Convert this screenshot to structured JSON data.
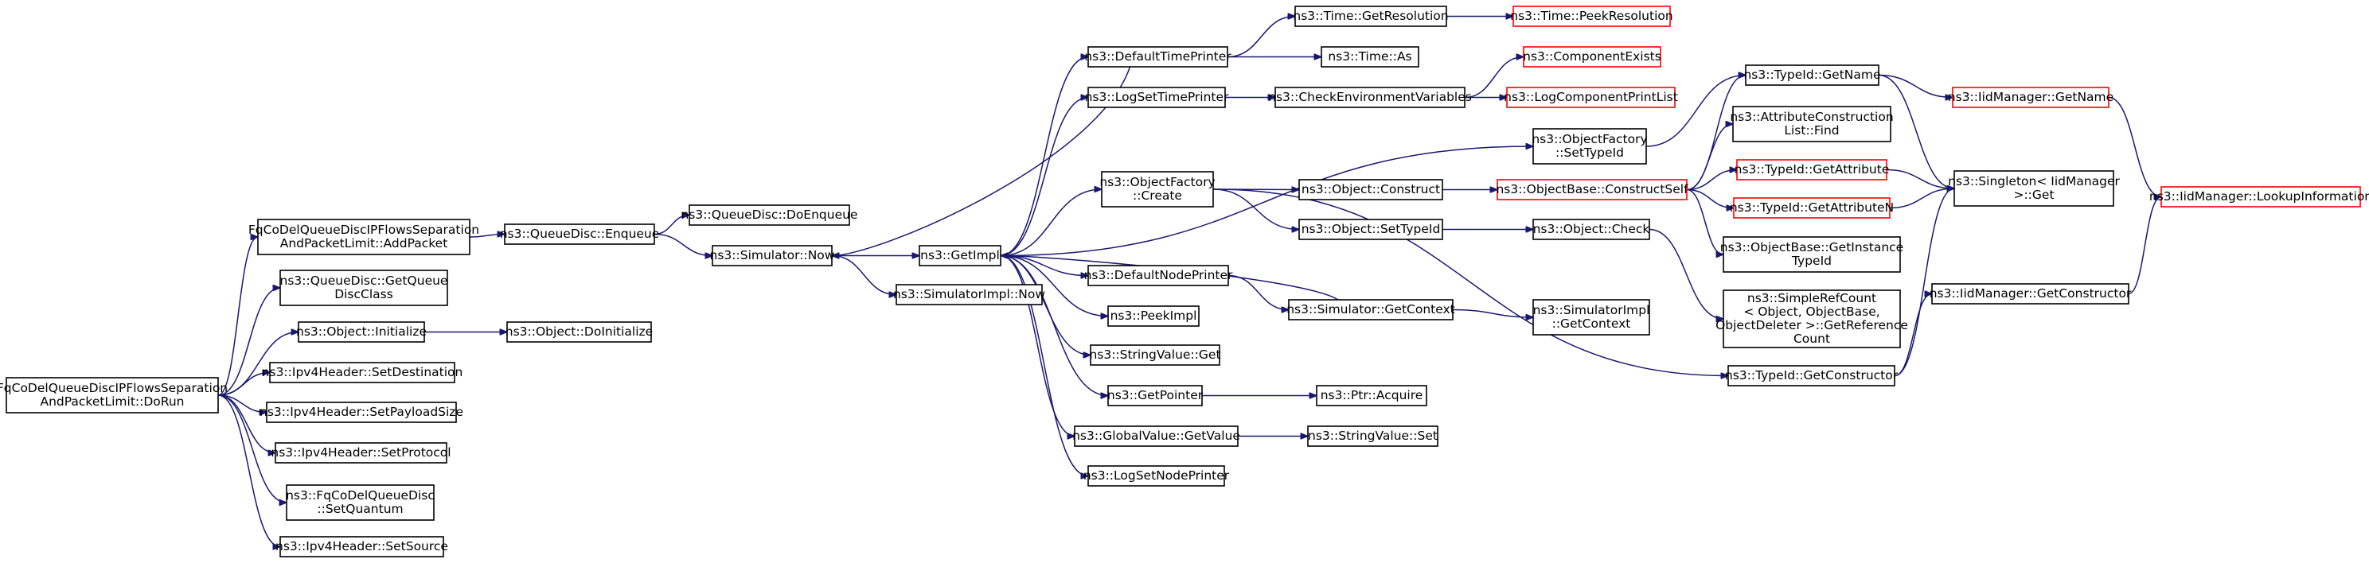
{
  "graph": {
    "colors": {
      "edge": "#191970",
      "node_border": "#000000",
      "truncated_border": "#ff0000",
      "root_fill": "#bfbfbf",
      "node_fill": "#ffffff"
    },
    "nodes": [
      {
        "id": "root",
        "lines": [
          "FqCoDelQueueDiscIPFlowsSeparation",
          "AndPacketLimit::DoRun"
        ],
        "kind": "root"
      },
      {
        "id": "addpacket",
        "lines": [
          "FqCoDelQueueDiscIPFlowsSeparation",
          "AndPacketLimit::AddPacket"
        ],
        "kind": "normal"
      },
      {
        "id": "getqueuedisc",
        "lines": [
          "ns3::QueueDisc::GetQueue",
          "DiscClass"
        ],
        "kind": "normal"
      },
      {
        "id": "objinit",
        "lines": [
          "ns3::Object::Initialize"
        ],
        "kind": "normal"
      },
      {
        "id": "setdest",
        "lines": [
          "ns3::Ipv4Header::SetDestination"
        ],
        "kind": "normal"
      },
      {
        "id": "setpayload",
        "lines": [
          "ns3::Ipv4Header::SetPayloadSize"
        ],
        "kind": "normal"
      },
      {
        "id": "setproto",
        "lines": [
          "ns3::Ipv4Header::SetProtocol"
        ],
        "kind": "normal"
      },
      {
        "id": "setquantum",
        "lines": [
          "ns3::FqCoDelQueueDisc",
          "::SetQuantum"
        ],
        "kind": "normal"
      },
      {
        "id": "setsource",
        "lines": [
          "ns3::Ipv4Header::SetSource"
        ],
        "kind": "normal"
      },
      {
        "id": "enqueue",
        "lines": [
          "ns3::QueueDisc::Enqueue"
        ],
        "kind": "normal"
      },
      {
        "id": "doinit",
        "lines": [
          "ns3::Object::DoInitialize"
        ],
        "kind": "normal"
      },
      {
        "id": "doenqueue",
        "lines": [
          "ns3::QueueDisc::DoEnqueue"
        ],
        "kind": "normal"
      },
      {
        "id": "simnow",
        "lines": [
          "ns3::Simulator::Now"
        ],
        "kind": "normal"
      },
      {
        "id": "getimpl",
        "lines": [
          "ns3::GetImpl"
        ],
        "kind": "normal"
      },
      {
        "id": "simimplnow",
        "lines": [
          "ns3::SimulatorImpl::Now"
        ],
        "kind": "normal"
      },
      {
        "id": "deftimeprinter",
        "lines": [
          "ns3::DefaultTimePrinter"
        ],
        "kind": "normal"
      },
      {
        "id": "logsettimeprinter",
        "lines": [
          "ns3::LogSetTimePrinter"
        ],
        "kind": "normal"
      },
      {
        "id": "objfactorycreate",
        "lines": [
          "ns3::ObjectFactory",
          "::Create"
        ],
        "kind": "normal"
      },
      {
        "id": "defnodeprinter",
        "lines": [
          "ns3::DefaultNodePrinter"
        ],
        "kind": "normal"
      },
      {
        "id": "peekimpl",
        "lines": [
          "ns3::PeekImpl"
        ],
        "kind": "normal"
      },
      {
        "id": "strvalget",
        "lines": [
          "ns3::StringValue::Get"
        ],
        "kind": "normal"
      },
      {
        "id": "getpointer",
        "lines": [
          "ns3::GetPointer"
        ],
        "kind": "normal"
      },
      {
        "id": "globalvalget",
        "lines": [
          "ns3::GlobalValue::GetValue"
        ],
        "kind": "normal"
      },
      {
        "id": "logsetnodeprinter",
        "lines": [
          "ns3::LogSetNodePrinter"
        ],
        "kind": "normal"
      },
      {
        "id": "timegetres",
        "lines": [
          "ns3::Time::GetResolution"
        ],
        "kind": "normal"
      },
      {
        "id": "timeas",
        "lines": [
          "ns3::Time::As"
        ],
        "kind": "normal"
      },
      {
        "id": "checkenv",
        "lines": [
          "ns3::CheckEnvironmentVariables"
        ],
        "kind": "normal"
      },
      {
        "id": "objconstruct",
        "lines": [
          "ns3::Object::Construct"
        ],
        "kind": "normal"
      },
      {
        "id": "objsettypeid",
        "lines": [
          "ns3::Object::SetTypeId"
        ],
        "kind": "normal"
      },
      {
        "id": "simgetcontext",
        "lines": [
          "ns3::Simulator::GetContext"
        ],
        "kind": "normal"
      },
      {
        "id": "ptracquire",
        "lines": [
          "ns3::Ptr::Acquire"
        ],
        "kind": "normal"
      },
      {
        "id": "strvalset",
        "lines": [
          "ns3::StringValue::Set"
        ],
        "kind": "normal"
      },
      {
        "id": "timepeekres",
        "lines": [
          "ns3::Time::PeekResolution"
        ],
        "kind": "truncated"
      },
      {
        "id": "compexists",
        "lines": [
          "ns3::ComponentExists"
        ],
        "kind": "truncated"
      },
      {
        "id": "logcompprint",
        "lines": [
          "ns3::LogComponentPrintList"
        ],
        "kind": "truncated"
      },
      {
        "id": "objfactsettypeid",
        "lines": [
          "ns3::ObjectFactory",
          "::SetTypeId"
        ],
        "kind": "normal"
      },
      {
        "id": "objbaseconstructself",
        "lines": [
          "ns3::ObjectBase::ConstructSelf"
        ],
        "kind": "truncated"
      },
      {
        "id": "objcheck",
        "lines": [
          "ns3::Object::Check"
        ],
        "kind": "normal"
      },
      {
        "id": "simimplgetcontext",
        "lines": [
          "ns3::SimulatorImpl",
          "::GetContext"
        ],
        "kind": "normal"
      },
      {
        "id": "typeidgetname",
        "lines": [
          "ns3::TypeId::GetName"
        ],
        "kind": "normal"
      },
      {
        "id": "attrconstrfind",
        "lines": [
          "ns3::AttributeConstruction",
          "List::Find"
        ],
        "kind": "normal"
      },
      {
        "id": "typeidgetattr",
        "lines": [
          "ns3::TypeId::GetAttribute"
        ],
        "kind": "truncated"
      },
      {
        "id": "typeidgetattrn",
        "lines": [
          "ns3::TypeId::GetAttributeN"
        ],
        "kind": "truncated"
      },
      {
        "id": "objbasegetinst",
        "lines": [
          "ns3::ObjectBase::GetInstance",
          "TypeId"
        ],
        "kind": "normal"
      },
      {
        "id": "simplerefcount",
        "lines": [
          "ns3::SimpleRefCount",
          "< Object, ObjectBase,",
          " ObjectDeleter >::GetReference",
          "Count"
        ],
        "kind": "normal"
      },
      {
        "id": "typeidgetconstr",
        "lines": [
          "ns3::TypeId::GetConstructor"
        ],
        "kind": "normal"
      },
      {
        "id": "iidgetname",
        "lines": [
          "ns3::IidManager::GetName"
        ],
        "kind": "truncated"
      },
      {
        "id": "singletonget",
        "lines": [
          "ns3::Singleton< IidManager",
          " >::Get"
        ],
        "kind": "normal"
      },
      {
        "id": "iidgetconstr",
        "lines": [
          "ns3::IidManager::GetConstructor"
        ],
        "kind": "normal"
      },
      {
        "id": "iidlookup",
        "lines": [
          "ns3::IidManager::LookupInformation"
        ],
        "kind": "truncated"
      }
    ],
    "edges": [
      {
        "from": "root",
        "to": "addpacket"
      },
      {
        "from": "root",
        "to": "getqueuedisc"
      },
      {
        "from": "root",
        "to": "objinit"
      },
      {
        "from": "root",
        "to": "setdest"
      },
      {
        "from": "root",
        "to": "setpayload"
      },
      {
        "from": "root",
        "to": "setproto"
      },
      {
        "from": "root",
        "to": "setquantum"
      },
      {
        "from": "root",
        "to": "setsource"
      },
      {
        "from": "addpacket",
        "to": "enqueue"
      },
      {
        "from": "objinit",
        "to": "doinit"
      },
      {
        "from": "enqueue",
        "to": "doenqueue"
      },
      {
        "from": "enqueue",
        "to": "simnow"
      },
      {
        "from": "simnow",
        "to": "getimpl"
      },
      {
        "from": "simnow",
        "to": "simimplnow"
      },
      {
        "from": "getimpl",
        "to": "deftimeprinter"
      },
      {
        "from": "getimpl",
        "to": "logsettimeprinter"
      },
      {
        "from": "getimpl",
        "to": "objfactorycreate"
      },
      {
        "from": "getimpl",
        "to": "defnodeprinter"
      },
      {
        "from": "getimpl",
        "to": "peekimpl"
      },
      {
        "from": "getimpl",
        "to": "strvalget"
      },
      {
        "from": "getimpl",
        "to": "getpointer"
      },
      {
        "from": "getimpl",
        "to": "globalvalget"
      },
      {
        "from": "getimpl",
        "to": "logsetnodeprinter"
      },
      {
        "from": "getimpl",
        "to": "objfactsettypeid"
      },
      {
        "from": "deftimeprinter",
        "to": "simnow"
      },
      {
        "from": "deftimeprinter",
        "to": "timegetres"
      },
      {
        "from": "deftimeprinter",
        "to": "timeas"
      },
      {
        "from": "timegetres",
        "to": "timepeekres"
      },
      {
        "from": "logsettimeprinter",
        "to": "checkenv"
      },
      {
        "from": "checkenv",
        "to": "compexists"
      },
      {
        "from": "checkenv",
        "to": "logcompprint"
      },
      {
        "from": "objfactorycreate",
        "to": "objconstruct"
      },
      {
        "from": "objfactorycreate",
        "to": "objsettypeid"
      },
      {
        "from": "objfactorycreate",
        "to": "typeidgetconstr"
      },
      {
        "from": "objconstruct",
        "to": "objbaseconstructself"
      },
      {
        "from": "objsettypeid",
        "to": "objcheck"
      },
      {
        "from": "defnodeprinter",
        "to": "simgetcontext"
      },
      {
        "from": "simgetcontext",
        "to": "getimpl"
      },
      {
        "from": "simgetcontext",
        "to": "simimplgetcontext"
      },
      {
        "from": "getpointer",
        "to": "ptracquire"
      },
      {
        "from": "globalvalget",
        "to": "strvalset"
      },
      {
        "from": "objfactsettypeid",
        "to": "typeidgetname"
      },
      {
        "from": "objbaseconstructself",
        "to": "typeidgetname"
      },
      {
        "from": "objbaseconstructself",
        "to": "attrconstrfind"
      },
      {
        "from": "objbaseconstructself",
        "to": "typeidgetattr"
      },
      {
        "from": "objbaseconstructself",
        "to": "typeidgetattrn"
      },
      {
        "from": "objbaseconstructself",
        "to": "objbasegetinst"
      },
      {
        "from": "objcheck",
        "to": "simplerefcount"
      },
      {
        "from": "typeidgetname",
        "to": "iidgetname"
      },
      {
        "from": "typeidgetname",
        "to": "singletonget"
      },
      {
        "from": "typeidgetattr",
        "to": "singletonget"
      },
      {
        "from": "typeidgetattrn",
        "to": "singletonget"
      },
      {
        "from": "typeidgetconstr",
        "to": "singletonget"
      },
      {
        "from": "typeidgetconstr",
        "to": "iidgetconstr"
      },
      {
        "from": "iidgetname",
        "to": "iidlookup"
      },
      {
        "from": "iidgetconstr",
        "to": "iidlookup"
      }
    ]
  }
}
